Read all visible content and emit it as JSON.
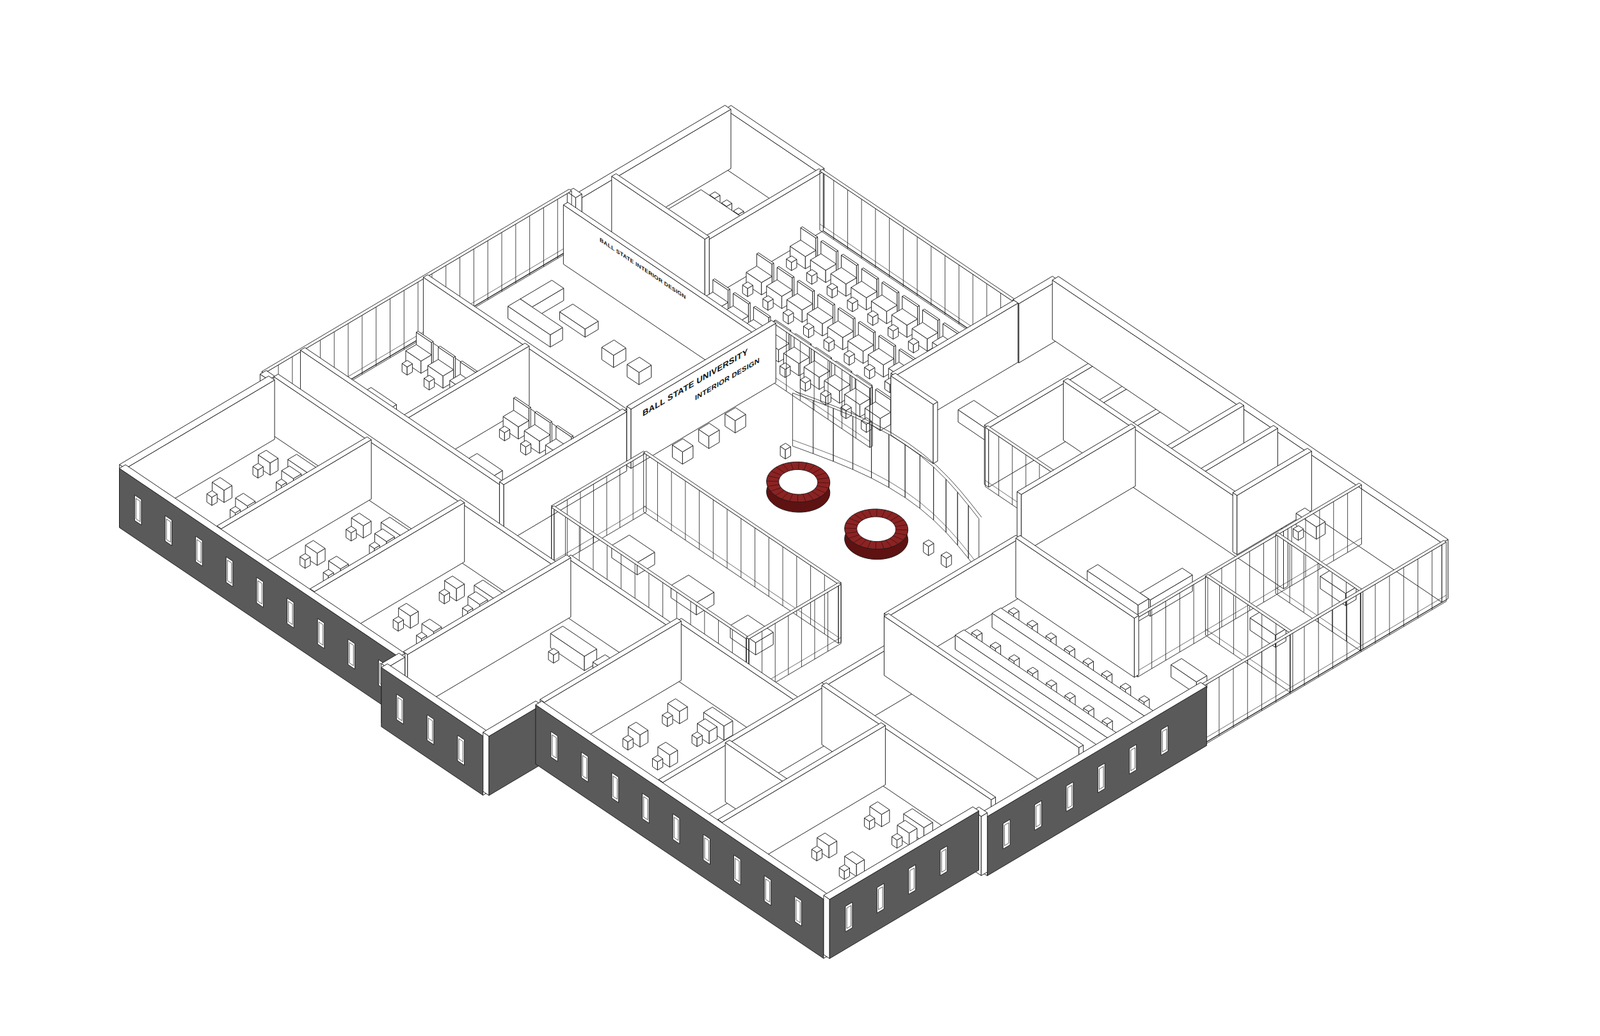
{
  "diagram": {
    "labels": [
      "BALL STATE INTERIOR DESIGN",
      "BALL STATE UNIVERSITY",
      "INTERIOR DESIGN"
    ]
  }
}
